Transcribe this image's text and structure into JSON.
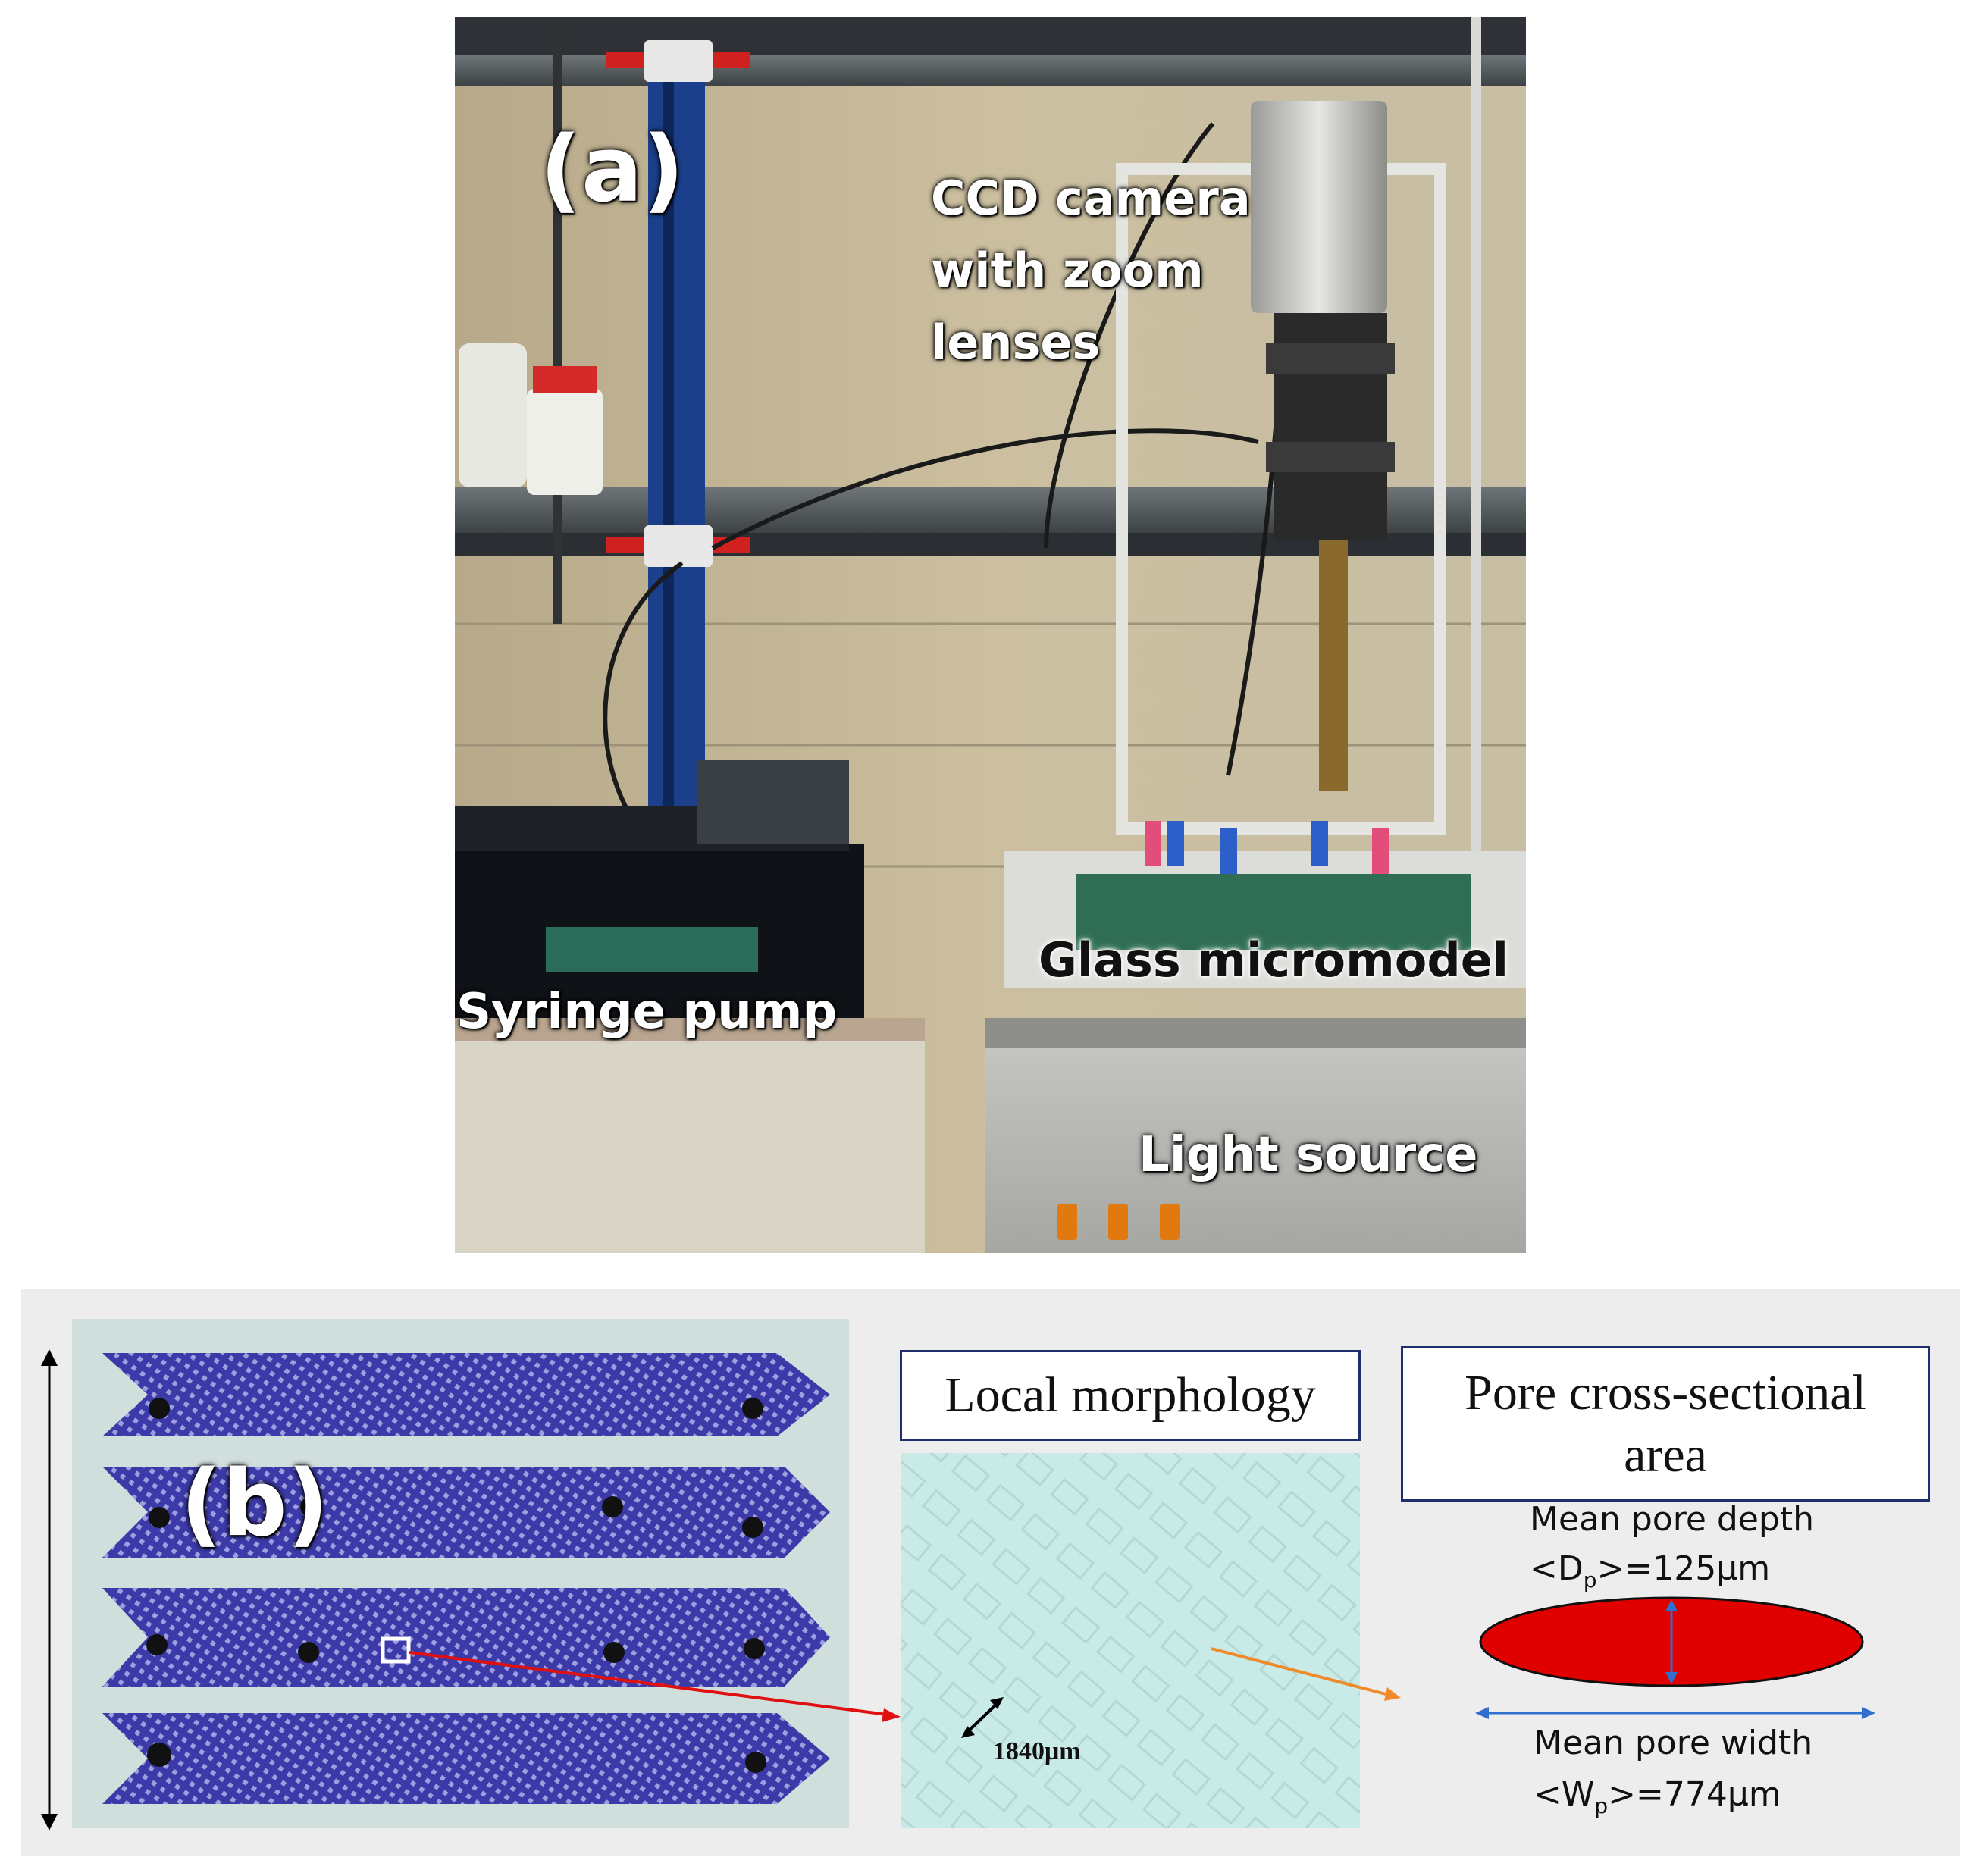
{
  "panel_a": {
    "label": "(a)",
    "camera_lines": [
      "CCD camera",
      "with zoom",
      "lenses"
    ],
    "syringe_pump": "Syringe pump",
    "micromodel": "Glass micromodel",
    "light_source": "Light source"
  },
  "panel_b": {
    "label": "(b)",
    "local_morphology": "Local morphology",
    "pore_area_title_line1": "Pore cross-sectional",
    "pore_area_title_line2": "area",
    "depth_label": "Mean pore depth",
    "depth_symbol": "<D",
    "depth_sub": "p",
    "depth_value": ">=125μm",
    "width_label": "Mean pore width",
    "width_symbol": "<W",
    "width_sub": "p",
    "width_value": ">=774μm",
    "scale_value": "1840μm"
  },
  "colors": {
    "pore_fill": "#e00000",
    "arrow_red": "#e01010",
    "arrow_orange": "#f08a2a",
    "arrow_blue": "#2f6fd0",
    "micromodel_blue": "#3b3aa8",
    "morphology_tint": "#c9ebe8",
    "box_border": "#1f2f6b"
  },
  "icons": [
    "double-arrow-icon",
    "zoom-box-icon"
  ]
}
